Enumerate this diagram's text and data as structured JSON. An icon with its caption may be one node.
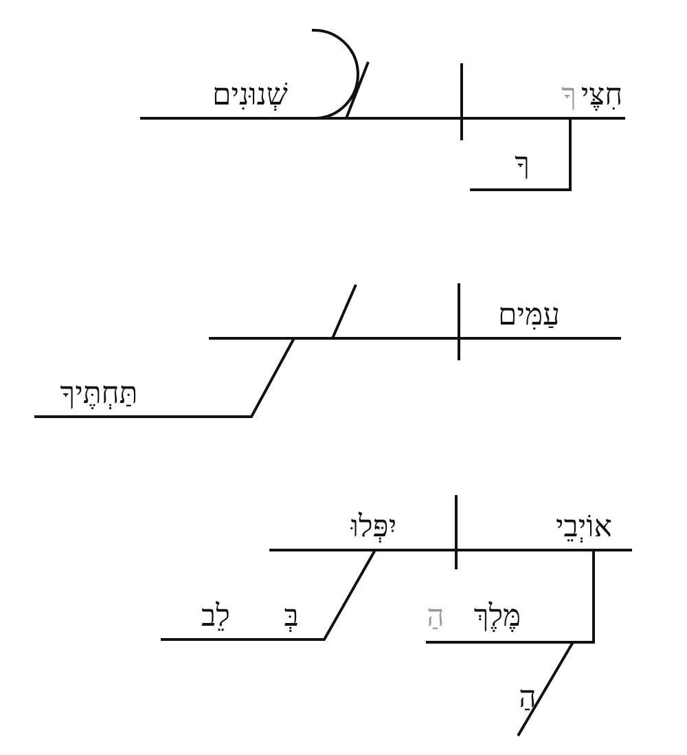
{
  "diagram": {
    "labels": [
      "חִצֶּי",
      "ךָ",
      "שְׁנוּנִים",
      "ךָ",
      "עַמִּים",
      "תַּחְתֶּיךָ",
      "אוֹיְבֵי",
      "יִפְּלוּ",
      "הַ",
      "מֶּלֶךְ",
      "בְּ",
      "לֵב",
      "הַ"
    ]
  }
}
